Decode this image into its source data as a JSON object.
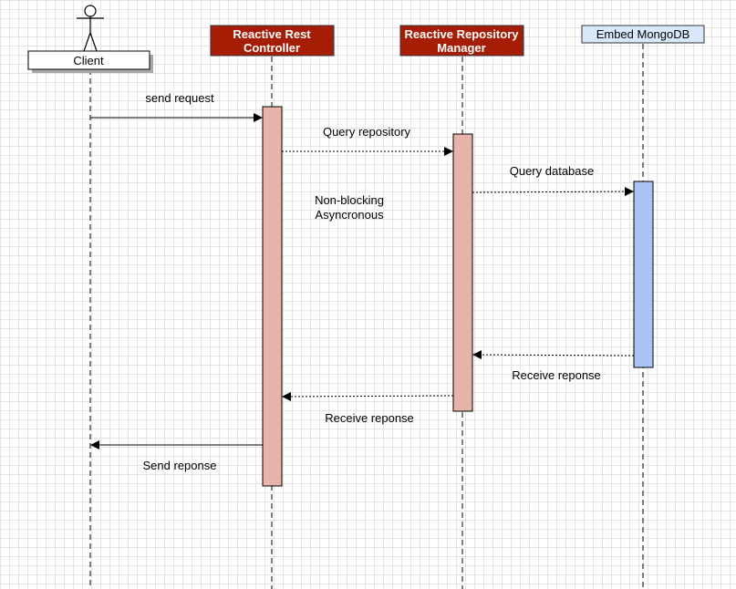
{
  "diagram": {
    "participants": {
      "client": {
        "label": "Client",
        "icon": "actor-icon"
      },
      "controller": {
        "line1": "Reactive Rest",
        "line2": "Controller",
        "fill": "#a51d05"
      },
      "manager": {
        "line1": "Reactive Repository",
        "line2": "Manager",
        "fill": "#a51d05"
      },
      "mongodb": {
        "label": "Embed MongoDB",
        "fill": "#dae8fc"
      }
    },
    "messages": {
      "send_request": "send request",
      "query_repository": "Query repository",
      "query_database": "Query database",
      "receive_response_db": "Receive reponse",
      "receive_response_repo": "Receive reponse",
      "send_response": "Send reponse"
    },
    "note": {
      "line1": "Non-blocking",
      "line2": "Asyncronous"
    },
    "colors": {
      "activation_red": "#e8b3aa",
      "activation_blue": "#a9c4f5"
    }
  }
}
